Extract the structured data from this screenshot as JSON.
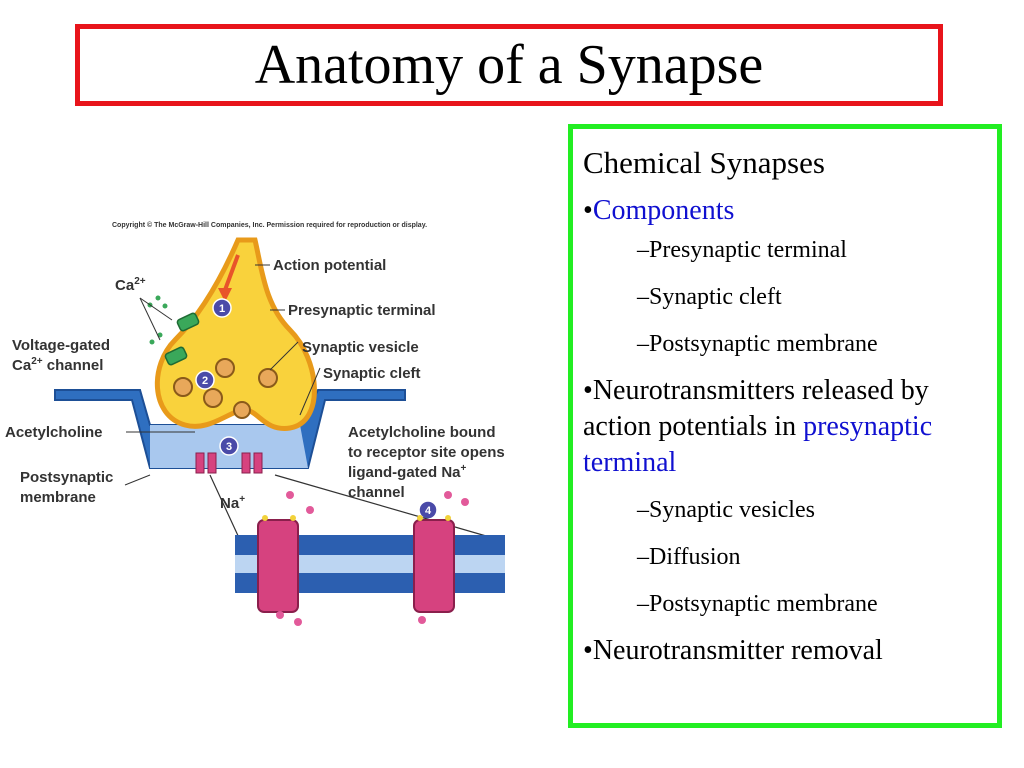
{
  "title": "Anatomy of a Synapse",
  "figure": {
    "copyright": "Copyright © The McGraw-Hill Companies, Inc. Permission required for reproduction or display.",
    "labels": {
      "ca": "Ca",
      "ca_sup": "2+",
      "action_potential": "Action potential",
      "presynaptic_terminal": "Presynaptic terminal",
      "voltage_gated_1": "Voltage-gated",
      "voltage_gated_2": "Ca",
      "voltage_gated_2_sup": "2+",
      "voltage_gated_2_end": " channel",
      "synaptic_vesicle": "Synaptic vesicle",
      "synaptic_cleft": "Synaptic cleft",
      "acetylcholine": "Acetylcholine",
      "postsynaptic_1": "Postsynaptic",
      "postsynaptic_2": "membrane",
      "ach_bound_1": "Acetylcholine bound",
      "ach_bound_2": "to receptor site opens",
      "ach_bound_3": "ligand-gated Na",
      "ach_bound_3_sup": "+",
      "ach_bound_4": "channel",
      "na": "Na",
      "na_sup": "+"
    },
    "steps": [
      "1",
      "2",
      "3",
      "4"
    ]
  },
  "panel": {
    "heading": "Chemical Synapses",
    "bullet1": "Components",
    "bullet1_items": [
      "Presynaptic terminal",
      "Synaptic cleft",
      "Postsynaptic membrane"
    ],
    "bullet2_part1": "Neurotransmitters released by action potentials in ",
    "bullet2_part2": "presynaptic terminal",
    "bullet2_items": [
      "Synaptic vesicles",
      "Diffusion",
      "Postsynaptic membrane"
    ],
    "bullet3": "Neurotransmitter removal"
  },
  "colors": {
    "title_border": "#e8141b",
    "panel_border": "#22ee22",
    "highlight_text": "#1010d0",
    "terminal_fill": "#f9d23c",
    "membrane_blue": "#2f6fc0",
    "channel_pink": "#d6427f"
  }
}
